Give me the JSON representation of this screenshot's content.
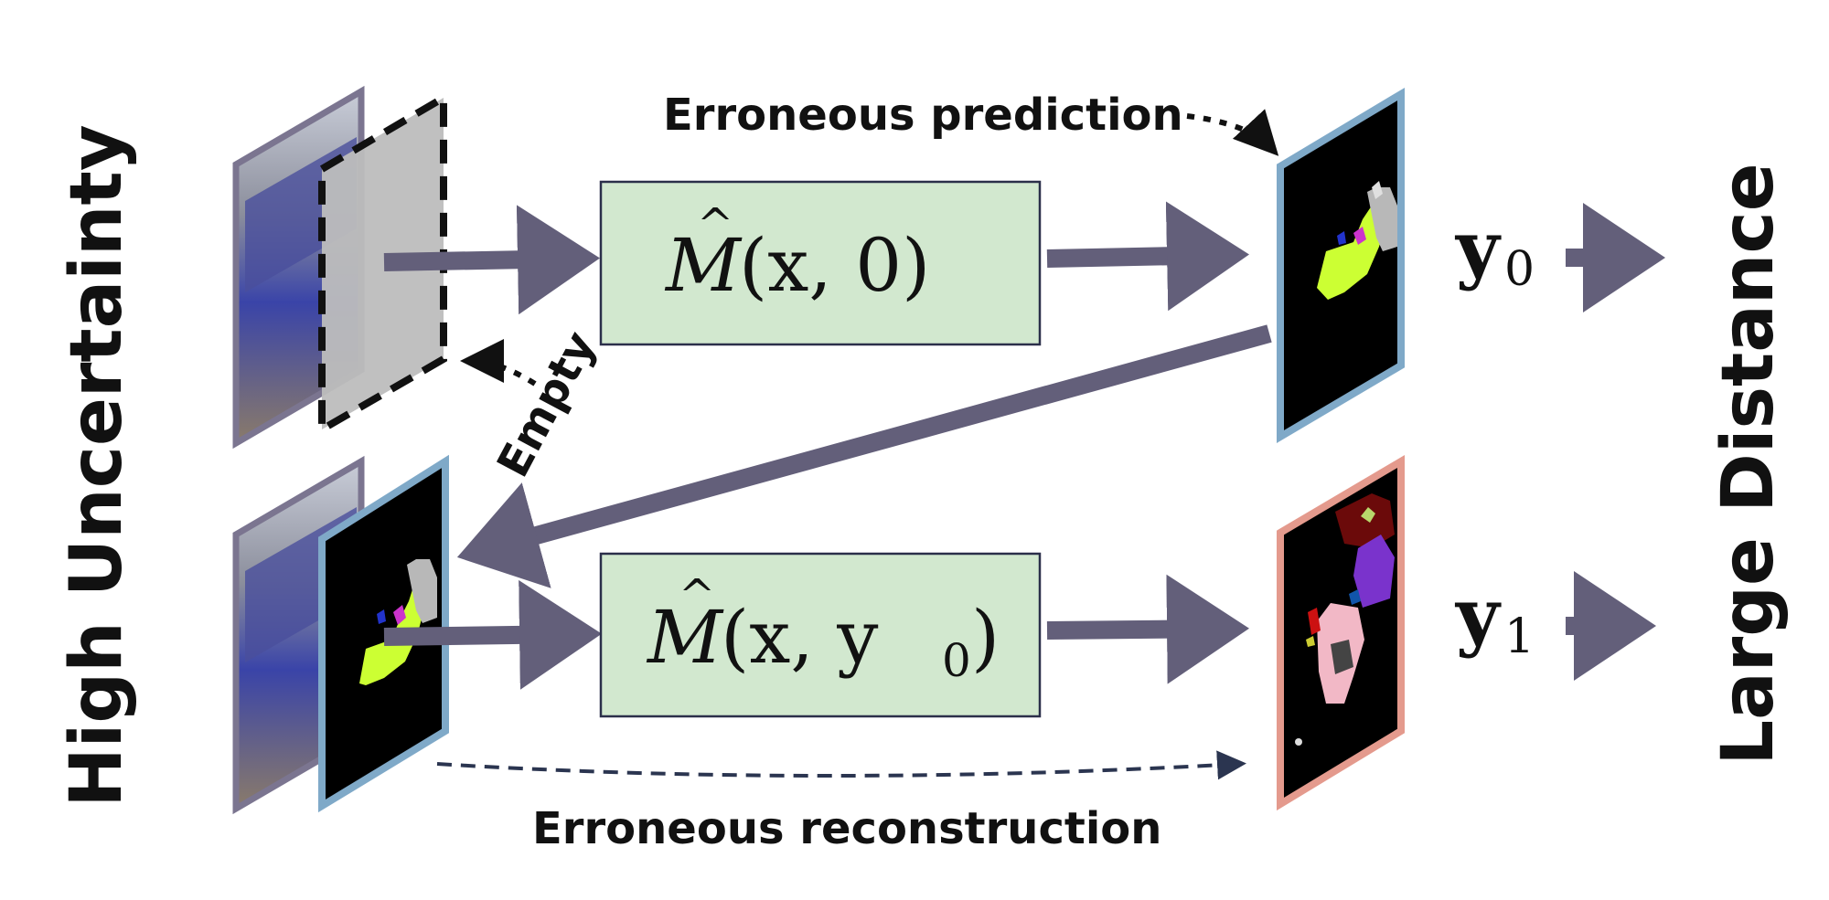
{
  "left_label": "High Uncertainty",
  "right_label": "Large Distance",
  "top_annotation": "Erroneous prediction",
  "empty_label": "Empty",
  "bottom_annotation": "Erroneous reconstruction",
  "model_top": {
    "name": "M",
    "hat": "^",
    "args": "(x, 0)"
  },
  "model_bottom": {
    "name": "M",
    "hat": "^",
    "args": "(x, y",
    "sub": "0",
    "close": ")"
  },
  "output_top": {
    "symbol": "y",
    "sub": "0"
  },
  "output_bottom": {
    "symbol": "y",
    "sub": "1"
  },
  "colors": {
    "arrow": "#635f7a",
    "box_fill": "#d2e8cf",
    "box_border": "#2b2f4a",
    "frame_blue": "#7fa9c8",
    "frame_red": "#e49a8d",
    "frame_gray": "#7b7590",
    "dashed_blue": "#2b3550"
  }
}
